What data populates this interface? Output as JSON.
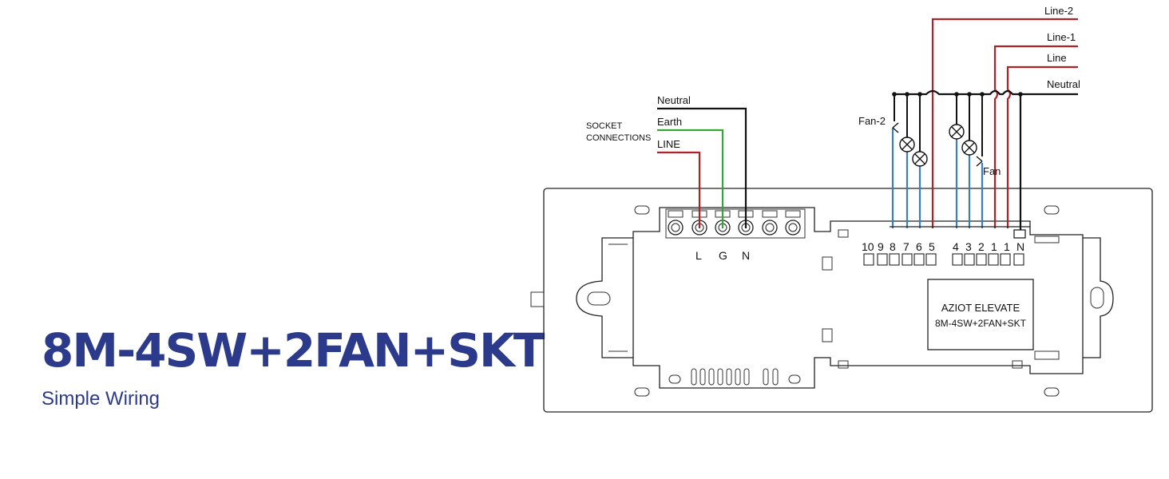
{
  "title": "8M-4SW+2FAN+SKT",
  "subtitle": "Simple Wiring",
  "socket": {
    "label_line1": "SOCKET",
    "label_line2": "CONNECTIONS",
    "wire_neutral": "Neutral",
    "wire_earth": "Earth",
    "wire_line": "LINE",
    "terminal_l": "L",
    "terminal_g": "G",
    "terminal_n": "N"
  },
  "supply": {
    "line2": "Line-2",
    "line1": "Line-1",
    "line": "Line",
    "neutral": "Neutral"
  },
  "loads": {
    "fan2": "Fan-2",
    "fan": "Fan"
  },
  "terminals": {
    "t10": "10",
    "t9": "9",
    "t8": "8",
    "t7": "7",
    "t6": "6",
    "t5": "5",
    "t4": "4",
    "t3": "3",
    "t2": "2",
    "t1a": "1",
    "t1b": "1",
    "tn": "N"
  },
  "module": {
    "label_line1": "AZIOT ELEVATE",
    "label_line2": "8M-4SW+2FAN+SKT"
  },
  "colors": {
    "title": "#2b3a8a",
    "line_wire": "#b0222a",
    "earth_wire": "#3aa335",
    "neutral_wire": "#111111",
    "load_wire": "#3c7fc0"
  }
}
